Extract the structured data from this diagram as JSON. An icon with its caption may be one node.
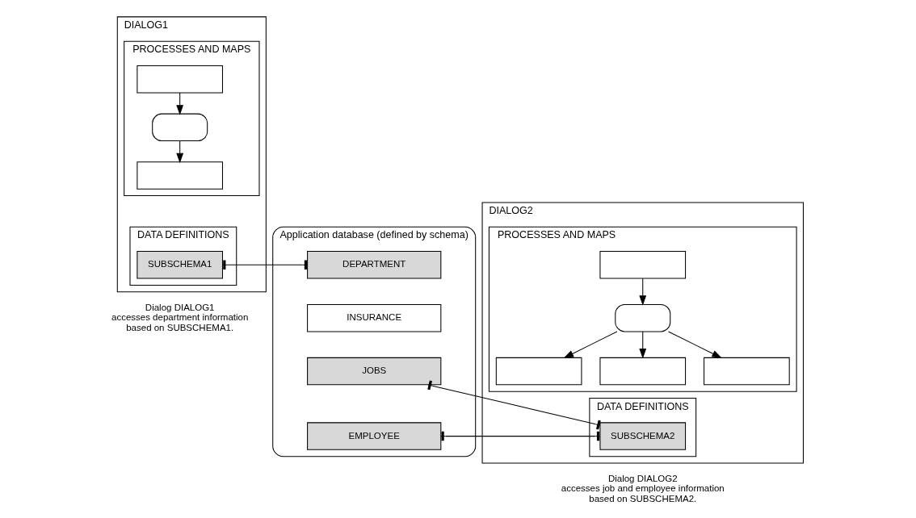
{
  "diagram": {
    "nodes": [
      {
        "text": [
          "DIALOG1"
        ]
      },
      {
        "text": [
          "PROCESSES AND MAPS"
        ],
        "in": 0
      },
      {
        "text": [],
        "shape": "box",
        "in": 1
      },
      {
        "text": [],
        "shape": "box",
        "in": 1
      },
      {
        "text": [],
        "shape": "box",
        "in": 1
      },
      {
        "text": [
          "DATA DEFINITIONS"
        ],
        "in": 0
      },
      {
        "text": [
          "SUBSCHEMA1"
        ],
        "in": 5
      },
      {
        "text": [
          "Application database (defined by schema)"
        ]
      },
      {
        "text": [
          "DEPARTMENT"
        ],
        "in": 7
      },
      {
        "text": [
          "INSURANCE"
        ],
        "in": 7
      },
      {
        "text": [
          "JOBS"
        ],
        "in": 7
      },
      {
        "text": [
          "EMPLOYEE"
        ],
        "in": 7
      },
      {
        "text": [
          "DIALOG2"
        ]
      },
      {
        "text": [
          "PROCESSES AND MAPS"
        ],
        "in": 12
      },
      {
        "text": [],
        "shape": "box",
        "in": 13
      },
      {
        "text": [],
        "shape": "box",
        "in": 13
      },
      {
        "text": [],
        "shape": "box",
        "in": 13
      },
      {
        "text": [],
        "shape": "box",
        "in": 13
      },
      {
        "text": [],
        "shape": "box",
        "in": 13
      },
      {
        "text": [
          "DATA DEFINITIONS"
        ],
        "in": 12
      },
      {
        "text": [
          "SUBSCHEMA2"
        ],
        "in": 19
      }
    ],
    "edges": [
      {
        "from": 2,
        "to": 3,
        "arrow": "to"
      },
      {
        "from": 3,
        "to": 4,
        "arrow": "to"
      },
      {
        "from": 6,
        "to": 8,
        "arrow": "other"
      },
      {
        "from": 14,
        "to": 15,
        "arrow": "to"
      },
      {
        "from": 15,
        "to": 16,
        "arrow": "to"
      },
      {
        "from": 15,
        "to": 17,
        "arrow": "to"
      },
      {
        "from": 15,
        "to": 18,
        "arrow": "to"
      },
      {
        "from": 20,
        "to": 10,
        "arrow": "other"
      },
      {
        "from": 20,
        "to": 11,
        "arrow": "other"
      }
    ],
    "labels": [
      "Dialog DIALOG1 accesses department information based on SUBSCHEMA1.",
      "Dialog DIALOG2 accesses job and employee information based on SUBSCHEMA2."
    ]
  }
}
